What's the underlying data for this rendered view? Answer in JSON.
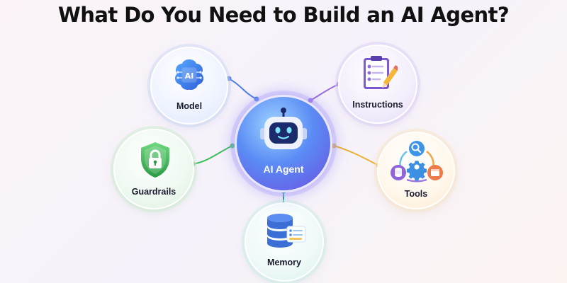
{
  "title": "What Do You Need to Build an AI Agent?",
  "center": {
    "label": "AI Agent",
    "icon": "robot-icon"
  },
  "components": {
    "model": {
      "label": "Model",
      "icon": "ai-brain-chip-icon",
      "color": "#2f6fe0"
    },
    "instructions": {
      "label": "Instructions",
      "icon": "checklist-clipboard-icon",
      "color": "#8b5ad6"
    },
    "guardrails": {
      "label": "Guardrails",
      "icon": "lock-shield-icon",
      "color": "#34b04f"
    },
    "tools": {
      "label": "Tools",
      "icon": "tools-cycle-icon",
      "color": "#e9b13a"
    },
    "memory": {
      "label": "Memory",
      "icon": "database-icon",
      "color": "#1fa89e"
    }
  },
  "model_chip_text": "AI"
}
